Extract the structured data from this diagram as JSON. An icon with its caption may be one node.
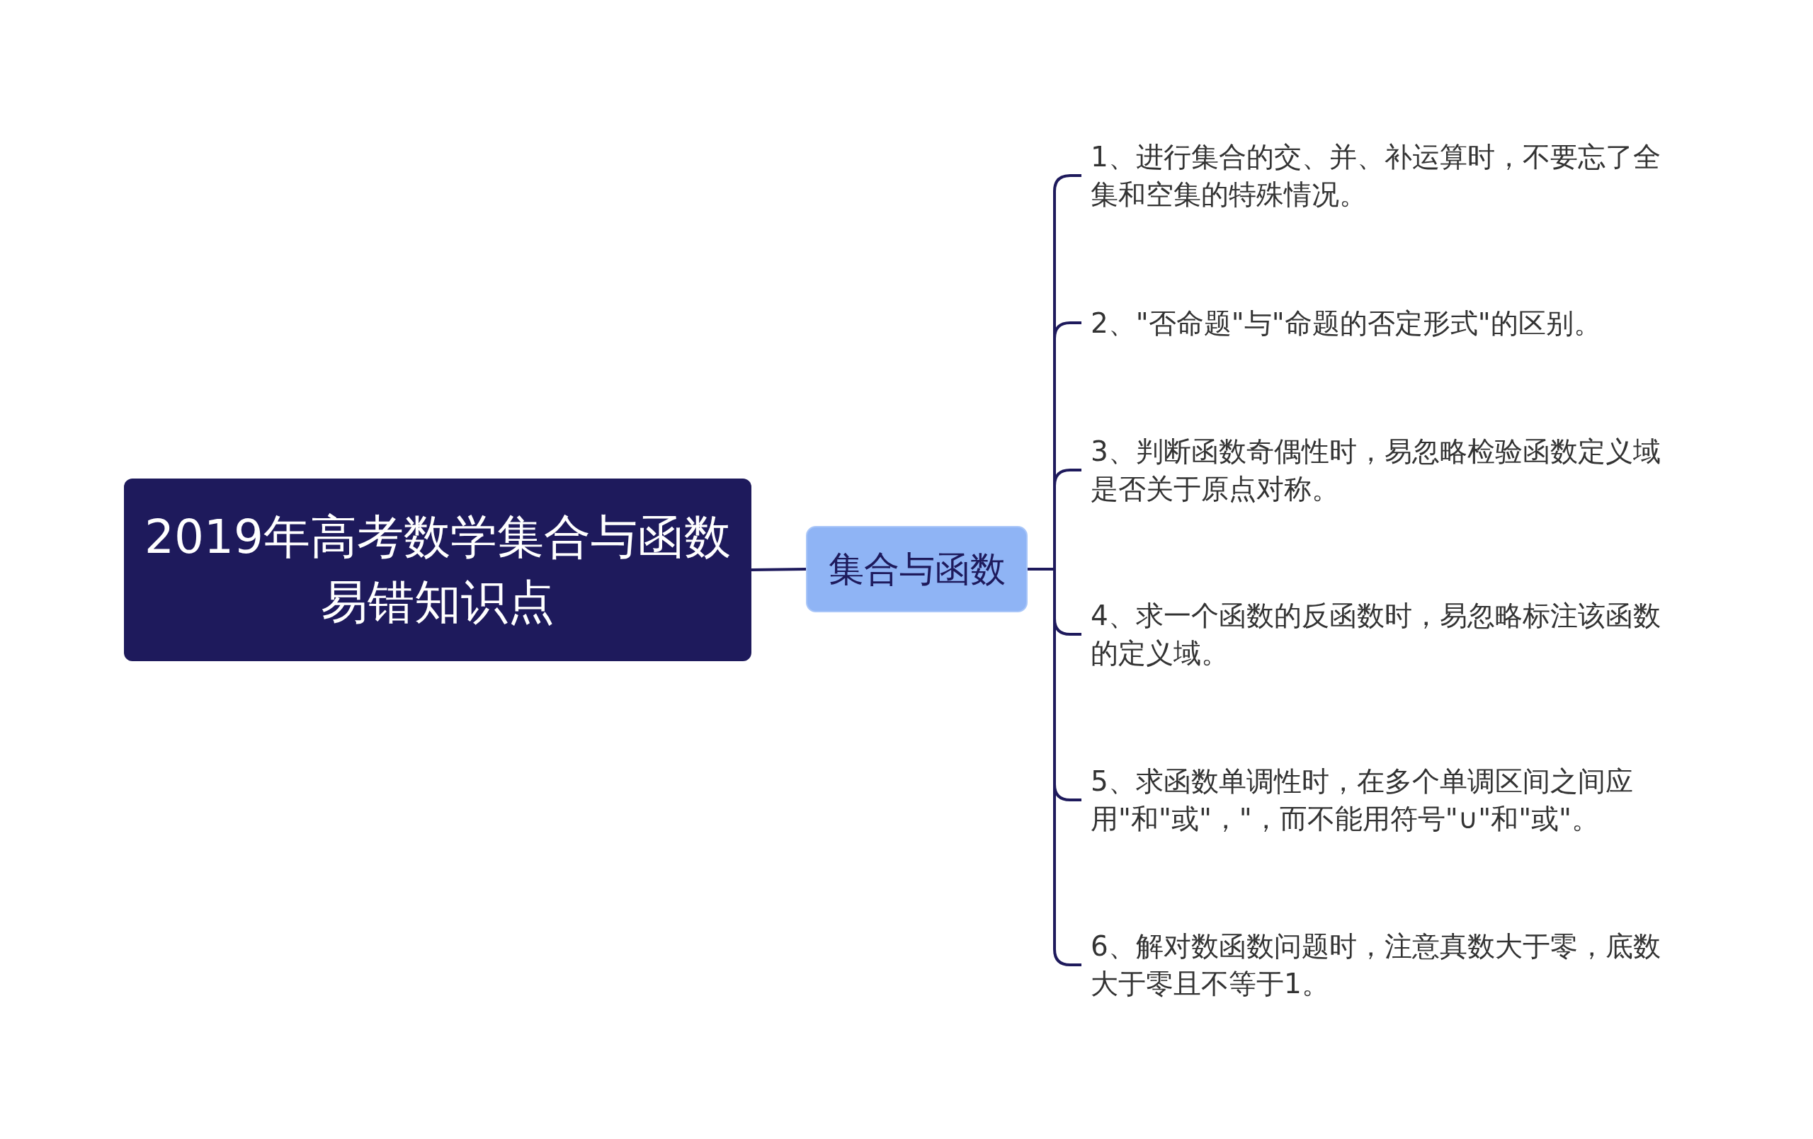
{
  "diagram": {
    "nodes": [
      {
        "text": [
          "2019年高考数学集合与函数易错知识点"
        ]
      },
      {
        "text": [
          "集合与函数"
        ]
      },
      {
        "text": [
          "1、进行集合的交、并、补运算时，不要忘了全集和空集的特殊情况。"
        ]
      },
      {
        "text": [
          "2、\"否命题\"与\"命题的否定形式\"的区别。"
        ]
      },
      {
        "text": [
          "3、判断函数奇偶性时，易忽略检验函数定义域是否关于原点对称。"
        ]
      },
      {
        "text": [
          "4、求一个函数的反函数时，易忽略标注该函数的定义域。"
        ]
      },
      {
        "text": [
          "5、求函数单调性时，在多个单调区间之间应用\"和\"或\"，\"，而不能用符号\"∪\"和\"或\"。"
        ]
      },
      {
        "text": [
          "6、解对数函数问题时，注意真数大于零，底数大于零且不等于1。"
        ]
      }
    ],
    "edges": [
      {
        "from": 0,
        "to": 1,
        "arrow": "none"
      },
      {
        "from": 1,
        "to": 2,
        "arrow": "none"
      },
      {
        "from": 1,
        "to": 3,
        "arrow": "none"
      },
      {
        "from": 1,
        "to": 4,
        "arrow": "none"
      },
      {
        "from": 1,
        "to": 5,
        "arrow": "none"
      },
      {
        "from": 1,
        "to": 6,
        "arrow": "none"
      },
      {
        "from": 1,
        "to": 7,
        "arrow": "none"
      }
    ]
  }
}
